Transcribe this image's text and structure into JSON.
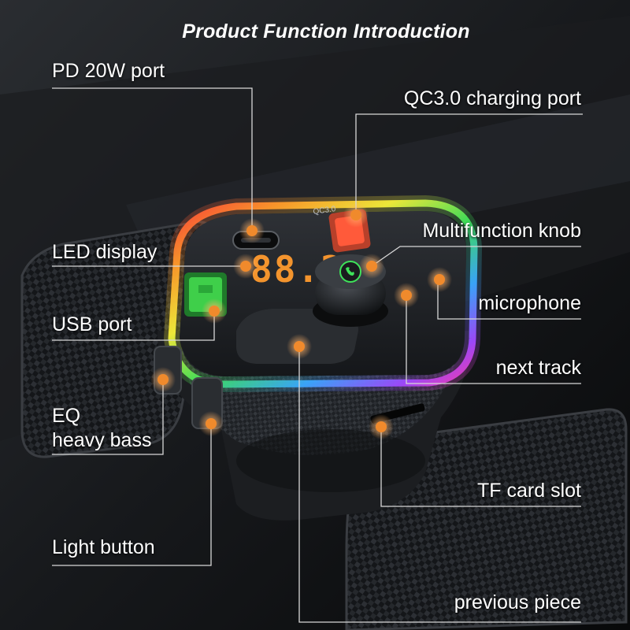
{
  "title": "Product Function Introduction",
  "device": {
    "display_digits": "88.2",
    "qc_port_marking": "QC3.0"
  },
  "labels": {
    "pd_port": "PD 20W port",
    "qc_port": "QC3.0 charging port",
    "knob": "Multifunction knob",
    "led_display": "LED display",
    "microphone": "microphone",
    "usb_port": "USB port",
    "next_track": "next track",
    "eq_line1": "EQ",
    "eq_line2": "heavy bass",
    "tf_slot": "TF card slot",
    "light_button": "Light button",
    "previous": "previous piece"
  },
  "colors": {
    "callout_line": "#d8d8d8",
    "marker": "#f08a2c",
    "display_digits": "#ff9a2e",
    "usb_port": "#3fcf4a",
    "qc_port": "#ff5a3a"
  }
}
